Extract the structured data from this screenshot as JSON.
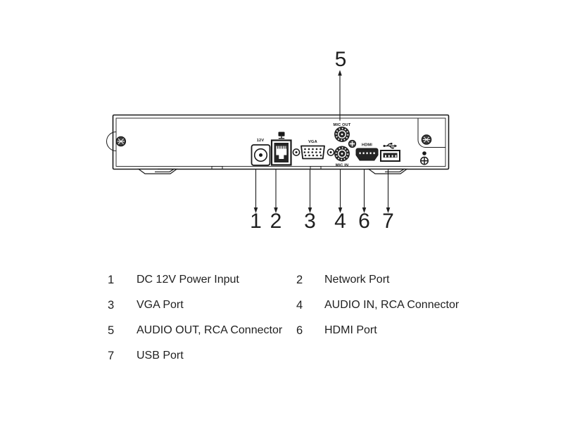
{
  "diagram": {
    "callout_numbers": [
      "1",
      "2",
      "3",
      "4",
      "5",
      "6",
      "7"
    ],
    "port_labels": {
      "dc": "12V",
      "vga": "VGA",
      "mic_out": "MIC OUT",
      "mic_in": "MIC IN",
      "hdmi": "HDMI"
    }
  },
  "legend": {
    "rows": [
      {
        "n1": "1",
        "t1": "DC 12V Power Input",
        "n2": "2",
        "t2": "Network Port"
      },
      {
        "n1": "3",
        "t1": "VGA Port",
        "n2": "4",
        "t2": "AUDIO IN, RCA Connector"
      },
      {
        "n1": "5",
        "t1": "AUDIO OUT, RCA Connector",
        "n2": "6",
        "t2": "HDMI Port"
      },
      {
        "n1": "7",
        "t1": "USB Port"
      }
    ]
  },
  "colors": {
    "ink": "#1a1a1a",
    "port_fill": "#262626",
    "background": "#ffffff"
  }
}
